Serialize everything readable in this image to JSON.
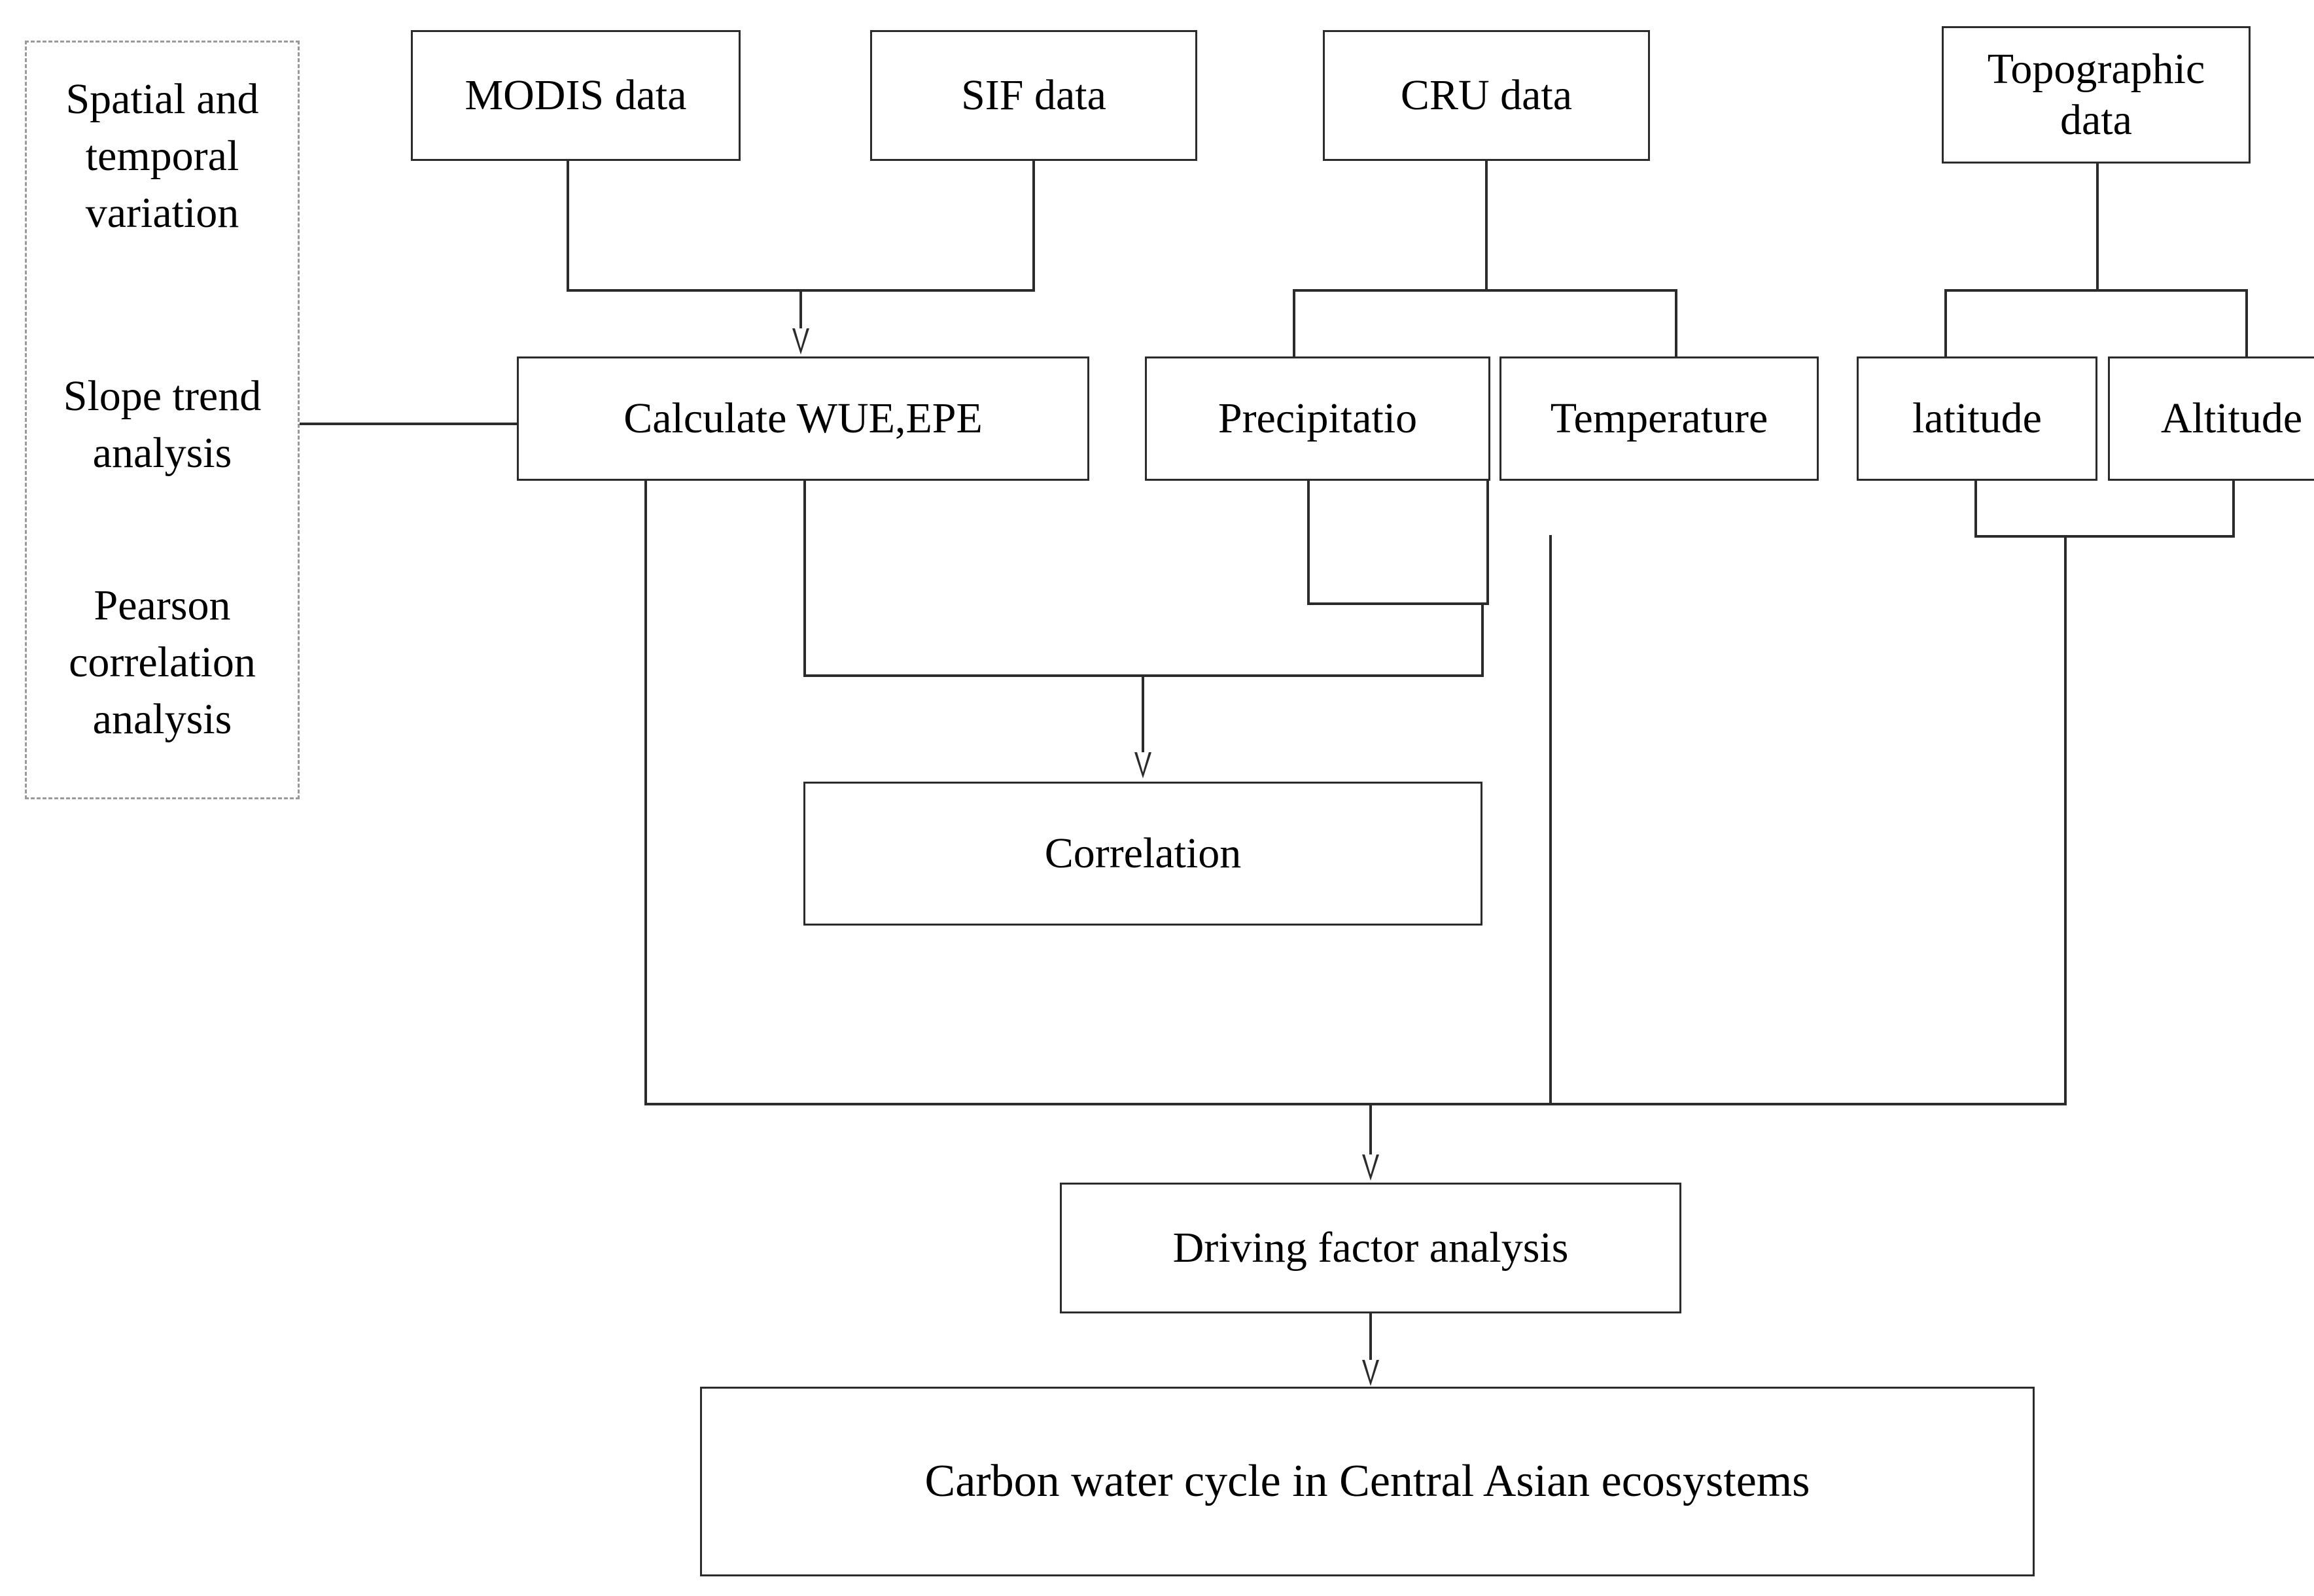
{
  "diagram": {
    "title_text": "",
    "colors": {
      "line": "#2b2b2b",
      "panel_border": "#9a9a9a",
      "background": "#ffffff",
      "text": "#000000"
    },
    "methods_panel": {
      "name": "methods-panel",
      "items": [
        {
          "text": "Spatial and\ntemporal\nvariation"
        },
        {
          "text": "Slope trend\nanalysis"
        },
        {
          "text": "Pearson\ncorrelation\nanalysis"
        }
      ]
    },
    "nodes": {
      "modis": {
        "label": "MODIS data"
      },
      "sif": {
        "label": "SIF data"
      },
      "cru": {
        "label": "CRU data"
      },
      "topographic": {
        "label": "Topographic\ndata"
      },
      "calculate": {
        "label": "Calculate WUE,EPE"
      },
      "precipitation": {
        "label": "Precipitatio"
      },
      "temperature": {
        "label": "Temperature"
      },
      "latitude": {
        "label": "latitude"
      },
      "altitude": {
        "label": "Altitude"
      },
      "correlation": {
        "label": "Correlation"
      },
      "driving": {
        "label": "Driving factor analysis"
      },
      "outcome": {
        "label": "Carbon water cycle in Central Asian ecosystems"
      }
    },
    "edges": [
      {
        "from": "modis",
        "to": "calculate"
      },
      {
        "from": "sif",
        "to": "calculate"
      },
      {
        "from": "cru",
        "to": "precipitation"
      },
      {
        "from": "cru",
        "to": "temperature"
      },
      {
        "from": "topographic",
        "to": "latitude"
      },
      {
        "from": "topographic",
        "to": "altitude"
      },
      {
        "from": "calculate",
        "to": "correlation"
      },
      {
        "from": "precipitation",
        "to": "correlation"
      },
      {
        "from": "temperature",
        "to": "correlation"
      },
      {
        "from": "calculate",
        "to": "driving"
      },
      {
        "from": "temperature",
        "to": "driving"
      },
      {
        "from": "altitude",
        "to": "driving"
      },
      {
        "from": "latitude",
        "to": "driving"
      },
      {
        "from": "driving",
        "to": "outcome"
      },
      {
        "from": "methods-panel",
        "to": "calculate"
      }
    ]
  }
}
